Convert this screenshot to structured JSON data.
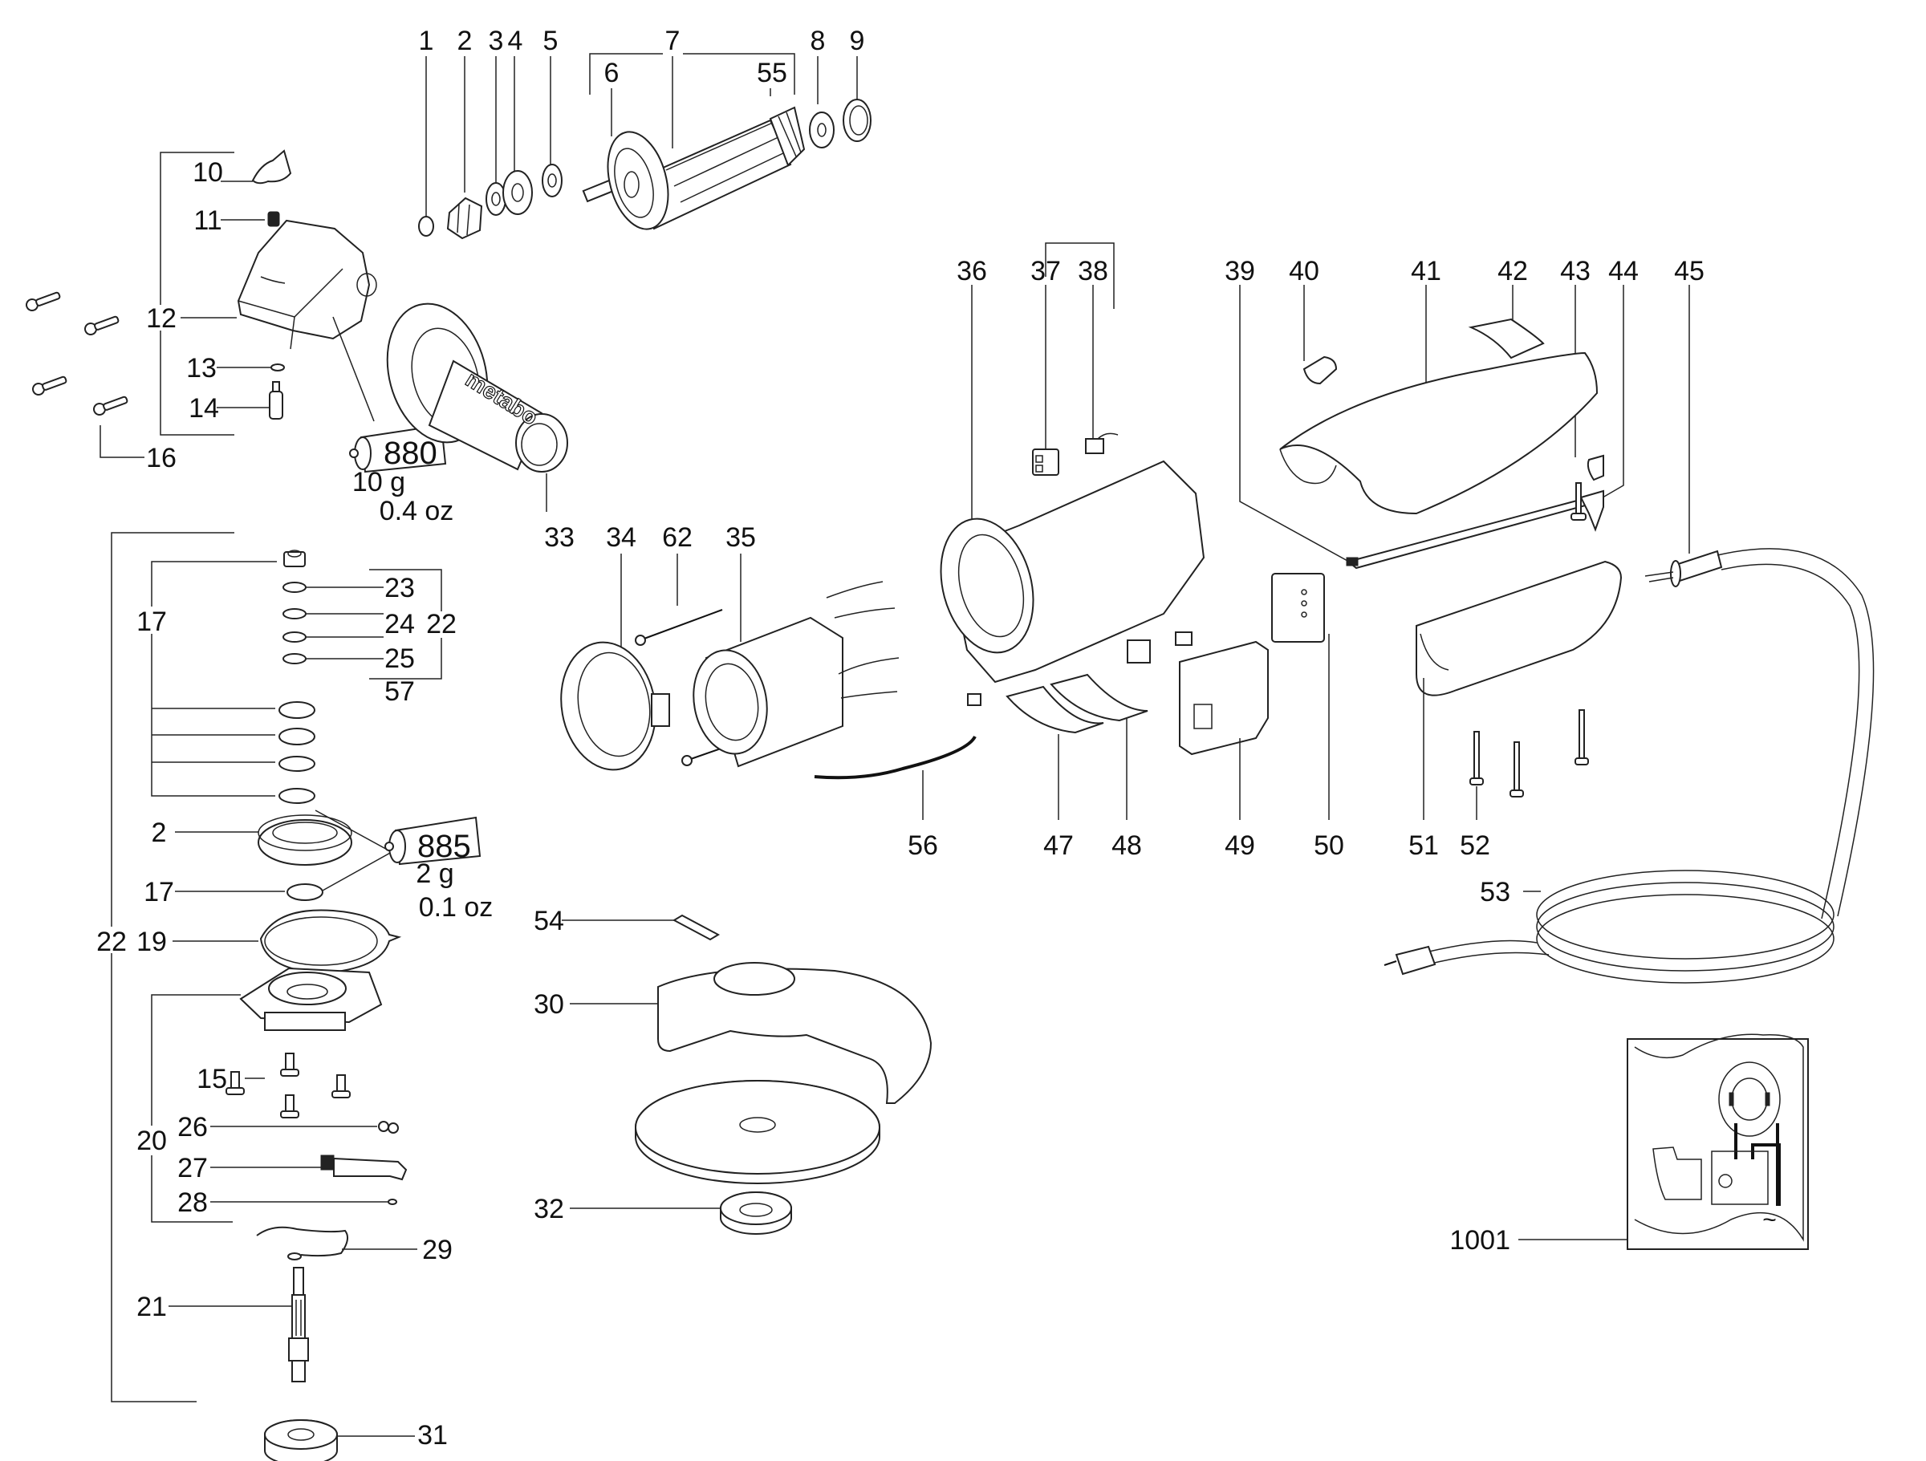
{
  "diagram": {
    "type": "exploded-parts-view",
    "subject": "angle grinder",
    "brand_on_handle": "metabo",
    "part_labels": {
      "p1": "1",
      "p2": "2",
      "p3": "3",
      "p4": "4",
      "p5": "5",
      "p6": "6",
      "p7": "7",
      "p8": "8",
      "p9": "9",
      "p10": "10",
      "p11": "11",
      "p12": "12",
      "p13": "13",
      "p14": "14",
      "p15": "15",
      "p16": "16",
      "p17a": "17",
      "p17b": "17",
      "p19": "19",
      "p20": "20",
      "p21": "21",
      "p22a": "22",
      "p22b": "22",
      "p23": "23",
      "p24": "24",
      "p25": "25",
      "p26": "26",
      "p27": "27",
      "p28": "28",
      "p29": "29",
      "p2b": "2",
      "p30": "30",
      "p31": "31",
      "p32": "32",
      "p33": "33",
      "p34": "34",
      "p35": "35",
      "p36": "36",
      "p37": "37",
      "p38": "38",
      "p39": "39",
      "p40": "40",
      "p41": "41",
      "p42": "42",
      "p43": "43",
      "p44": "44",
      "p45": "45",
      "p47": "47",
      "p48": "48",
      "p49": "49",
      "p50": "50",
      "p51": "51",
      "p52": "52",
      "p53": "53",
      "p54": "54",
      "p55": "55",
      "p56": "56",
      "p57": "57",
      "p62": "62",
      "p1001": "1001"
    },
    "grease_tubes": [
      {
        "code": "880",
        "mass": "10 g",
        "imperial": "0.4 oz"
      },
      {
        "code": "885",
        "mass": "2 g",
        "imperial": "0.1 oz"
      }
    ],
    "wiring_inset": {
      "ac_symbol": "~"
    }
  }
}
